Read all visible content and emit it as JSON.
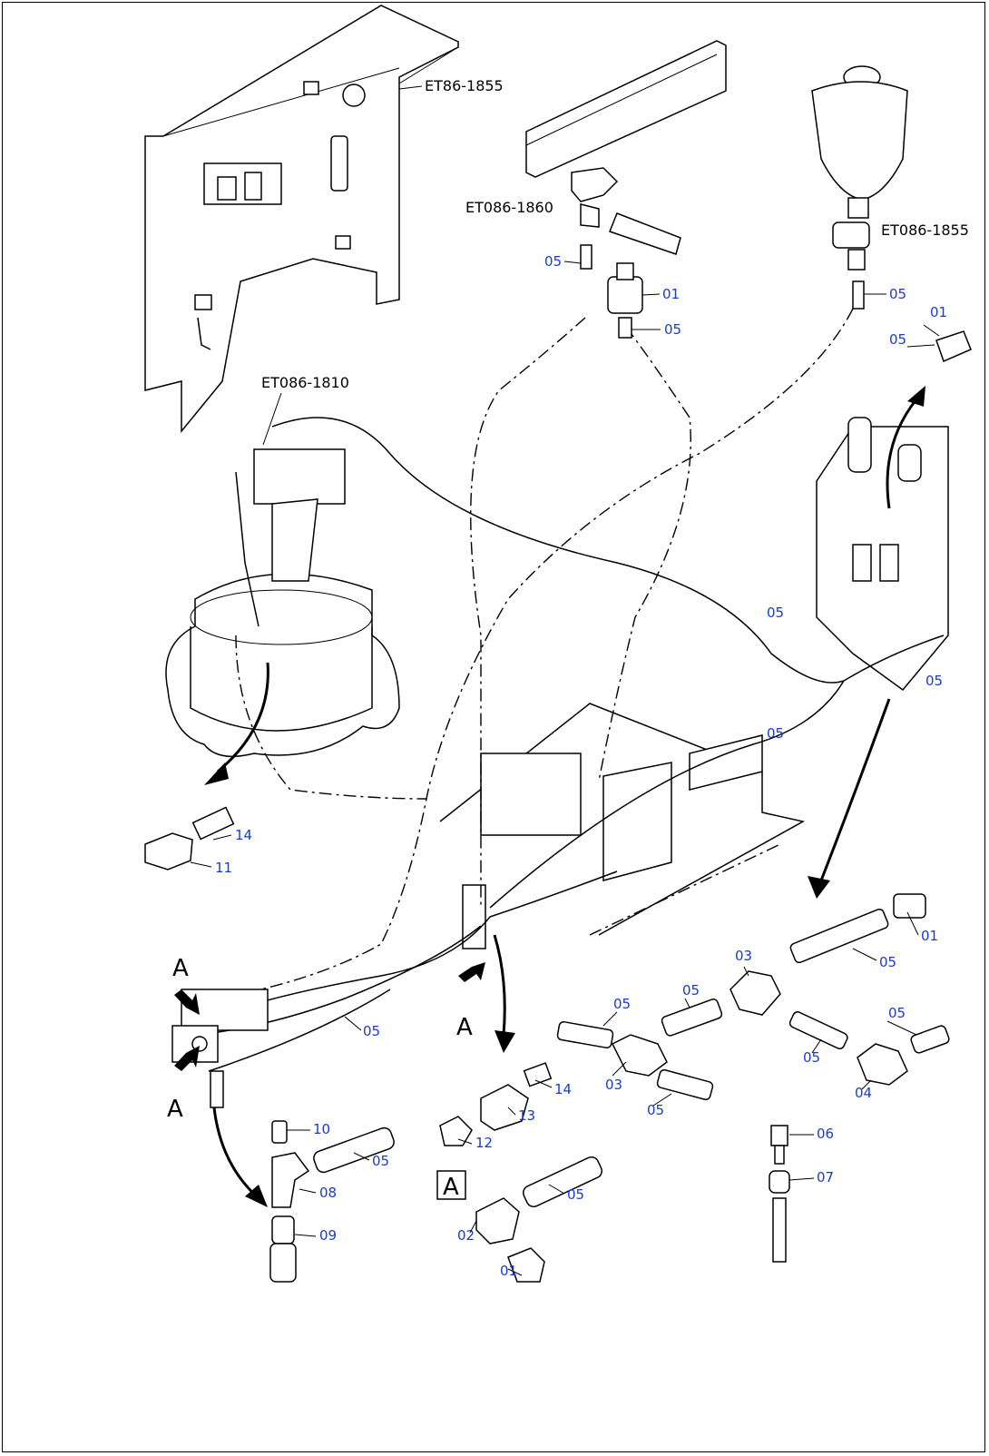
{
  "references": {
    "panel": "ET86-1855",
    "valve_bracket": "ET086-1860",
    "accumulator": "ET086-1855",
    "swing_motor": "ET086-1810"
  },
  "section_marker": "A",
  "view_arrows": [
    "A",
    "A",
    "A"
  ],
  "callouts": {
    "c01a": "01",
    "c05a": "05",
    "c05b": "05",
    "c05c": "05",
    "c01b": "01",
    "c05d": "05",
    "c05e": "05",
    "c05f": "05",
    "c05g": "05",
    "c14a": "14",
    "c11": "11",
    "c01c": "01",
    "c05h": "05",
    "c03a": "03",
    "c05i": "05",
    "c05j": "05",
    "c05k": "05",
    "c03b": "03",
    "c05l": "05",
    "c04": "04",
    "c05m": "05",
    "c05n": "05",
    "c14b": "14",
    "c13": "13",
    "c12": "12",
    "c10": "10",
    "c05o": "05",
    "c08": "08",
    "c09": "09",
    "c05p": "05",
    "c02": "02",
    "c01d": "01",
    "c06": "06",
    "c07": "07"
  }
}
